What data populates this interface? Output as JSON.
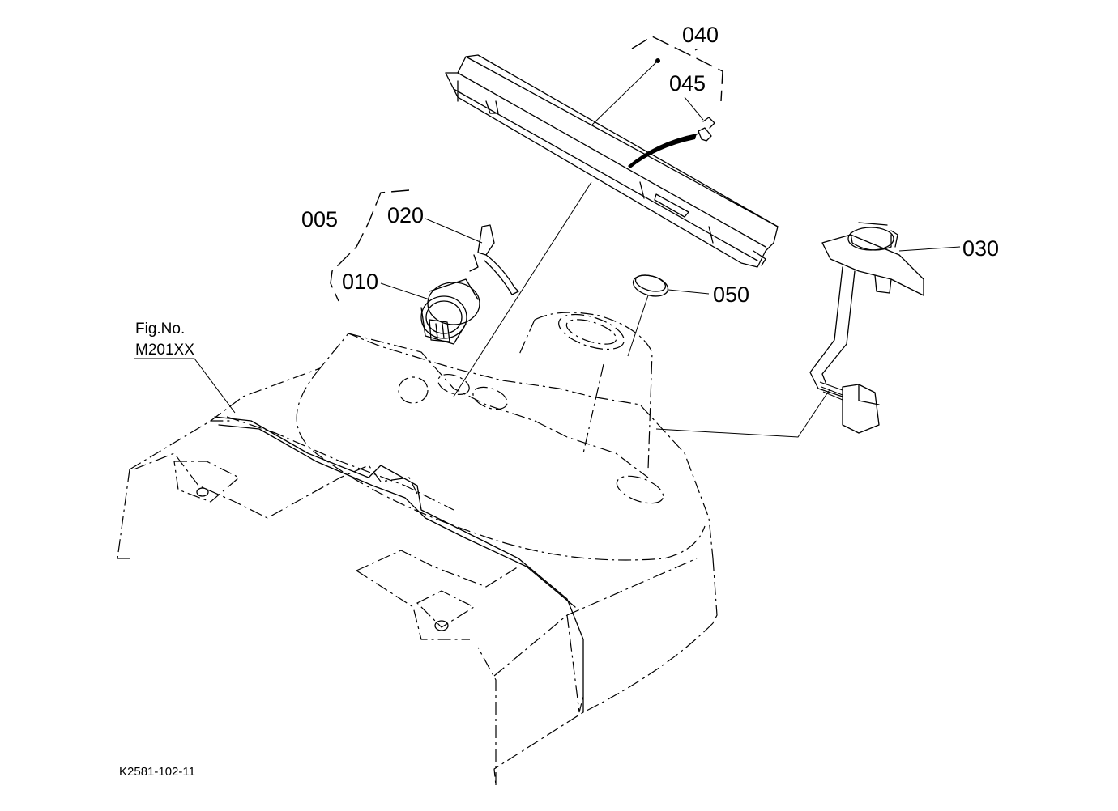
{
  "callouts": {
    "p040": "040",
    "p045": "045",
    "p005": "005",
    "p020": "020",
    "p010": "010",
    "p030": "030",
    "p050": "050"
  },
  "figure_ref": {
    "line1": "Fig.No.",
    "line2": "M201XX"
  },
  "drawing_number": "K2581-102-11"
}
